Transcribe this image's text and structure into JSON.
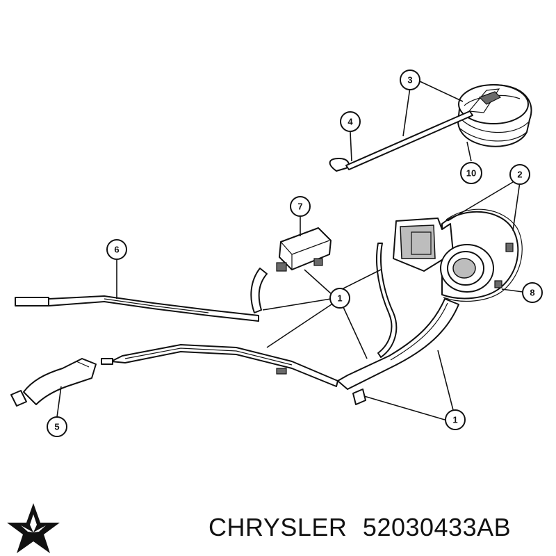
{
  "callouts": {
    "c3": "3",
    "c4": "4",
    "c10": "10",
    "c2": "2",
    "c7": "7",
    "c6": "6",
    "c1a": "1",
    "c8": "8",
    "c5": "5",
    "c1b": "1"
  },
  "caption": {
    "brand": "CHRYSLER",
    "part_number": "52030433AB"
  },
  "colors": {
    "line": "#111111",
    "fill": "#ffffff",
    "shade": "#bdbdbd"
  },
  "logo": "chrysler-pentastar-logo"
}
